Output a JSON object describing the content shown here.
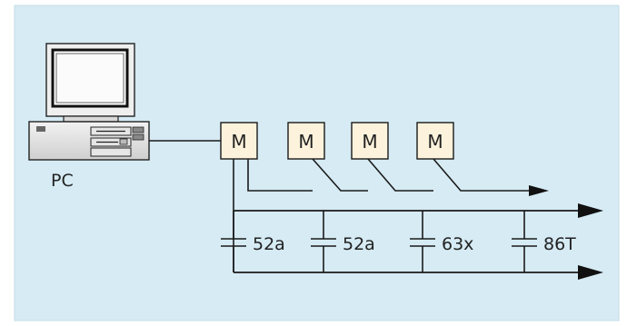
{
  "diagram": {
    "background_color": "#d6ebf4",
    "pc_label": "PC",
    "modules": [
      {
        "label": "M"
      },
      {
        "label": "M"
      },
      {
        "label": "M"
      },
      {
        "label": "M"
      }
    ],
    "contacts": [
      {
        "label": "52a"
      },
      {
        "label": "52a"
      },
      {
        "label": "63x"
      },
      {
        "label": "86T"
      }
    ],
    "colors": {
      "module_fill": "#fdf3dc",
      "line": "#1a1a1a"
    }
  }
}
